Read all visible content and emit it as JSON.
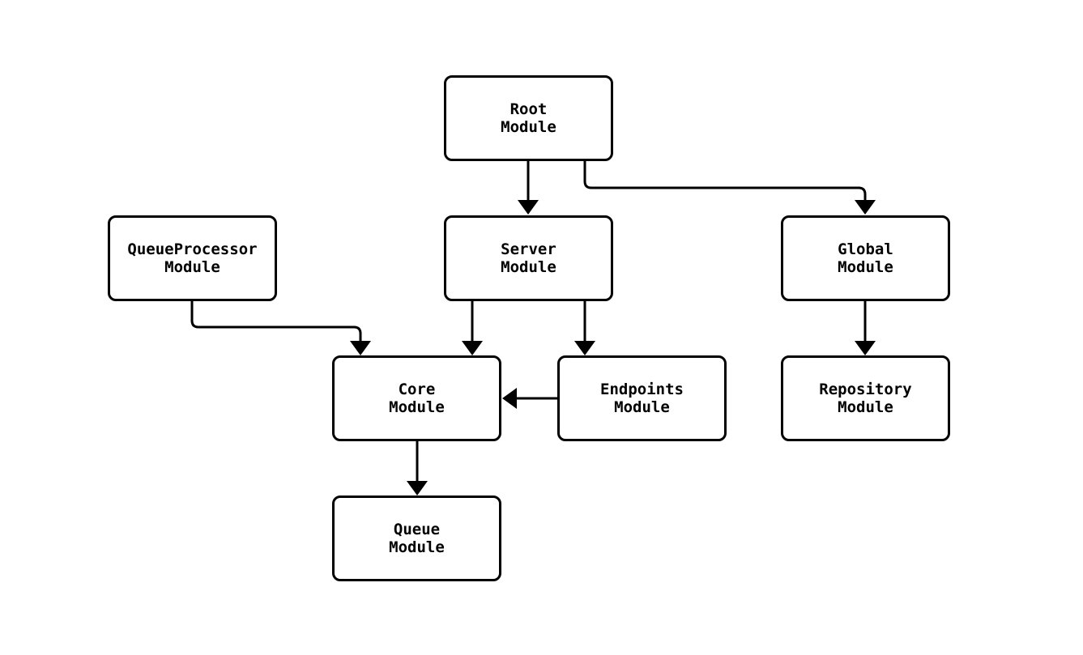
{
  "diagram": {
    "type": "flowchart",
    "colors": {
      "background": "#ffffff",
      "node_fill": "#ffffff",
      "node_border": "#000000",
      "edge": "#000000",
      "text": "#000000"
    },
    "nodes": {
      "root": {
        "label": "Root\nModule"
      },
      "queueprocessor": {
        "label": "QueueProcessor\nModule"
      },
      "server": {
        "label": "Server\nModule"
      },
      "global": {
        "label": "Global\nModule"
      },
      "core": {
        "label": "Core\nModule"
      },
      "endpoints": {
        "label": "Endpoints\nModule"
      },
      "repository": {
        "label": "Repository\nModule"
      },
      "queue": {
        "label": "Queue\nModule"
      }
    },
    "edges": [
      {
        "from": "Root Module",
        "to": "Server Module"
      },
      {
        "from": "Root Module",
        "to": "Global Module"
      },
      {
        "from": "QueueProcessor Module",
        "to": "Core Module"
      },
      {
        "from": "Server Module",
        "to": "Core Module"
      },
      {
        "from": "Server Module",
        "to": "Endpoints Module"
      },
      {
        "from": "Endpoints Module",
        "to": "Core Module"
      },
      {
        "from": "Global Module",
        "to": "Repository Module"
      },
      {
        "from": "Core Module",
        "to": "Queue Module"
      }
    ]
  }
}
